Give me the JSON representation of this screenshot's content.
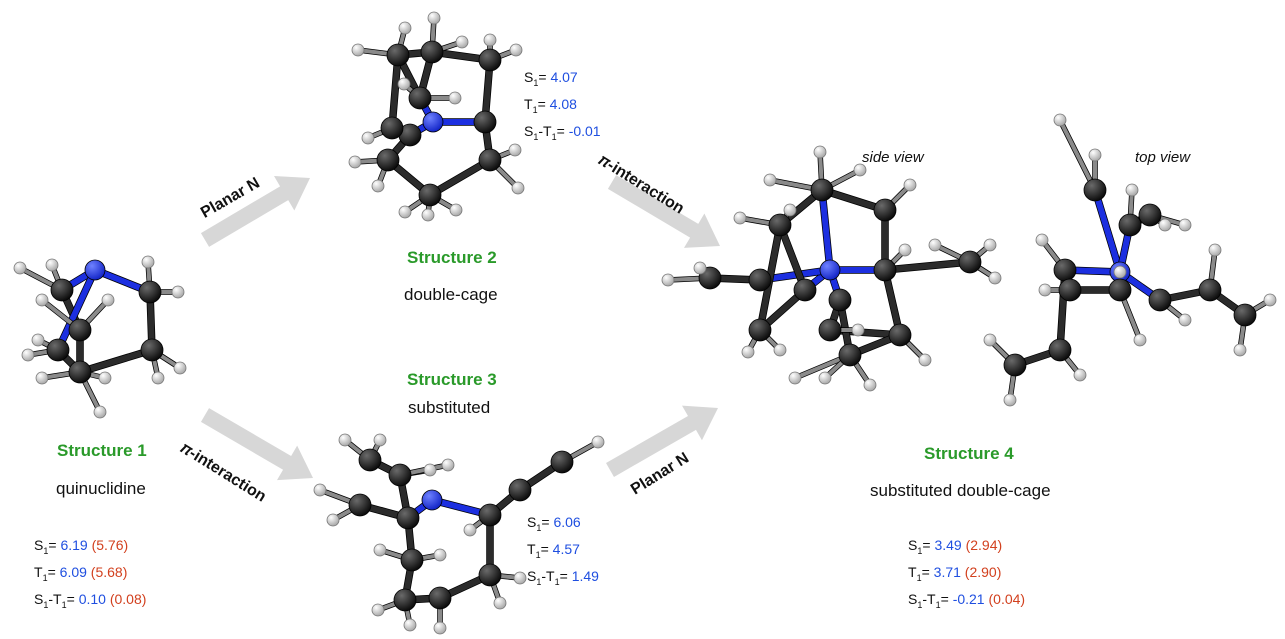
{
  "colors": {
    "title_green": "#2a9a2a",
    "value_blue": "#1f4fe0",
    "value_red": "#d2401e",
    "arrow_gray": "#d7d7d7",
    "atom_c": "#1a1a1a",
    "atom_n": "#1c2fe0",
    "atom_h": "#e6e6e6"
  },
  "structures": [
    {
      "title": "Structure 1",
      "subtitle": "quinuclidine",
      "s1": "6.19",
      "s1_alt": "(5.76)",
      "t1": "6.09",
      "t1_alt": "(5.68)",
      "gap": "0.10",
      "gap_alt": "(0.08)"
    },
    {
      "title": "Structure 2",
      "subtitle": "double-cage",
      "s1": "4.07",
      "t1": "4.08",
      "gap": "-0.01"
    },
    {
      "title": "Structure 3",
      "subtitle": "substituted",
      "s1": "6.06",
      "t1": "4.57",
      "gap": "1.49"
    },
    {
      "title": "Structure 4",
      "subtitle": "substituted double-cage",
      "s1": "3.49",
      "s1_alt": "(2.94)",
      "t1": "3.71",
      "t1_alt": "(2.90)",
      "gap": "-0.21",
      "gap_alt": "(0.04)",
      "views": [
        "side view",
        "top view"
      ]
    }
  ],
  "labels": {
    "s": "S",
    "t": "T",
    "sub": "1",
    "eq": "= ",
    "minus": "-"
  },
  "arrows": [
    {
      "label": "Planar N"
    },
    {
      "label": "𝜋-interaction"
    },
    {
      "label": "𝜋-interaction"
    },
    {
      "label": "Planar N"
    }
  ]
}
